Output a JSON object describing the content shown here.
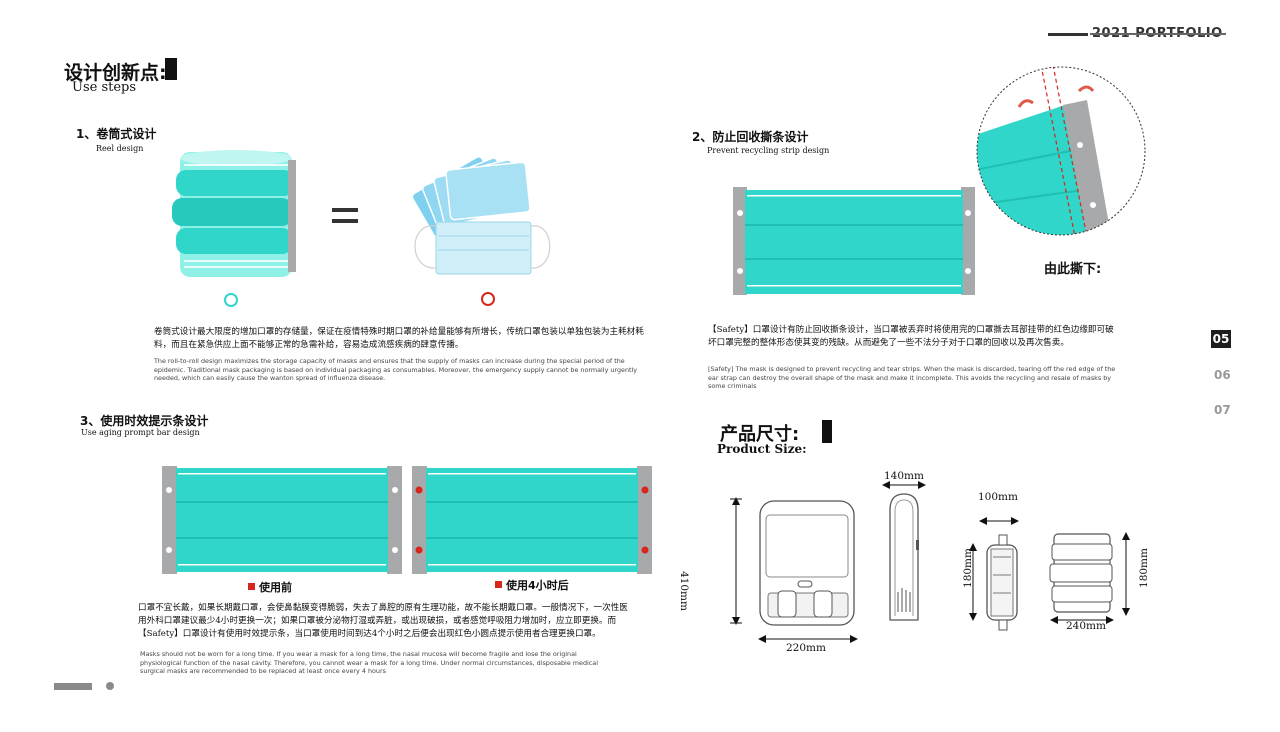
{
  "header": {
    "portfolio": "2021 PORTFOLIO"
  },
  "main_title": {
    "zh": "设计创新点:",
    "en": "Use steps"
  },
  "section1": {
    "title_zh": "1、卷筒式设计",
    "title_en": "Reel design",
    "equals": "=",
    "body_zh": "卷筒式设计最大限度的增加口罩的存储量，保证在疫情特殊时期口罩的补给量能够有所增长，传统口罩包装以单独包装为主耗材耗料，而且在紧急供应上面不能够正常的急需补给，容易造成流感疾病的肆意传播。",
    "body_en": "The roll-to-roll design maximizes the storage capacity of masks and ensures that the supply of masks can increase during the special period of the epidemic. Traditional mask packaging is based on individual packaging as consumables. Moreover, the emergency supply cannot be normally urgently needed, which can easily cause the wanton spread of influenza disease."
  },
  "section2": {
    "title_zh": "2、防止回收撕条设计",
    "title_en": "Prevent recycling strip design",
    "tear_label": "由此撕下:",
    "body_zh": "【Safety】口罩设计有防止回收撕条设计，当口罩被丢弃时将使用完的口罩撕去耳部挂带的红色边缘即可破坏口罩完整的整体形态使其变的残缺。从而避免了一些不法分子对于口罩的回收以及再次售卖。",
    "body_en": "[Safety] The mask is designed to prevent recycling and tear strips. When the mask is discarded, tearing off the red edge of the ear strap can destroy the overall shape of the mask and make it incomplete. This avoids the recycling and resale of masks by some criminals"
  },
  "section3": {
    "title_zh": "3、使用时效提示条设计",
    "title_en": "Use aging prompt bar design",
    "before_label": "使用前",
    "after_label": "使用4小时后",
    "body_zh": "口罩不宜长戴，如果长期戴口罩，会使鼻黏膜变得脆弱，失去了鼻腔的原有生理功能，故不能长期戴口罩。一般情况下，一次性医用外科口罩建议最少4小时更换一次；如果口罩被分泌物打湿或弄脏，或出现破损，或者感觉呼吸阻力增加时，应立即更换。而【Safety】口罩设计有使用时效提示条，当口罩使用时间到达4个小时之后便会出现红色小圆点提示使用者合理更换口罩。",
    "body_en": "Masks should not be worn for a long time. If you wear a mask for a long time, the nasal mucosa will become fragile and lose the original physiological function of the nasal cavity. Therefore, you cannot wear a mask for a long time. Under normal circumstances, disposable medical surgical masks are recommended to be replaced at least once every 4 hours"
  },
  "product_size": {
    "title_zh": "产品尺寸:",
    "title_en": "Product Size:",
    "dims": [
      "410mm",
      "220mm",
      "140mm",
      "100mm",
      "180mm",
      "180mm",
      "240mm"
    ]
  },
  "pages": [
    "05",
    "06",
    "07"
  ],
  "colors": {
    "teal": "#2fd6c9",
    "gray": "#a7a9ab",
    "red": "#d7261c",
    "dark": "#1e1e1e"
  }
}
